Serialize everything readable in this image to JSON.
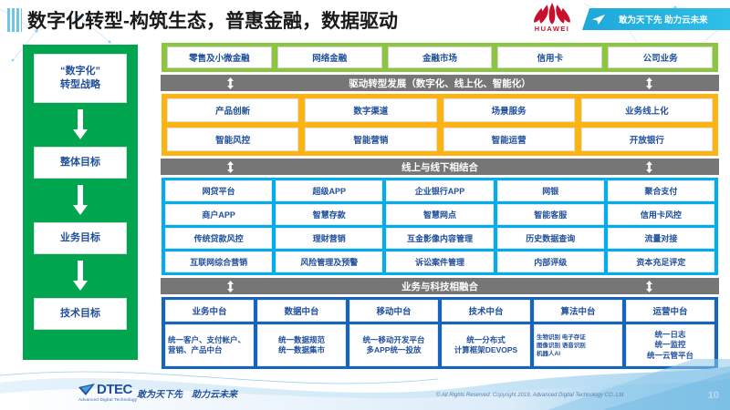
{
  "header": {
    "title": "数字化转型-构筑生态，普惠金融，数据驱动",
    "brand": "HUAWEI",
    "slogan": "敢为天下先 助力云未来"
  },
  "sidebar": {
    "items": [
      {
        "label": "“数字化”\n转型战略"
      },
      {
        "label": "整体目标"
      },
      {
        "label": "业务目标"
      },
      {
        "label": "技术目标"
      }
    ]
  },
  "business_lines": {
    "items": [
      "零售及小微金融",
      "网络金融",
      "金融市场",
      "信用卡",
      "公司业务"
    ]
  },
  "dividers": {
    "drive": "驱动转型发展（数字化、线上化、智能化）",
    "online_offline": "线上与线下相结合",
    "biz_tech": "业务与科技相融合"
  },
  "overall_goals": {
    "rows": [
      [
        "产品创新",
        "数字渠道",
        "场景服务",
        "业务线上化"
      ],
      [
        "智能风控",
        "智能营销",
        "智能运营",
        "开放银行"
      ]
    ]
  },
  "business_goals": {
    "rows": [
      [
        "网贷平台",
        "超级APP",
        "企业银行APP",
        "网银",
        "聚合支付"
      ],
      [
        "商户APP",
        "智慧存款",
        "智慧网点",
        "智能客服",
        "信用卡风控"
      ],
      [
        "传统贷款风控",
        "理财营销",
        "互金影像内容管理",
        "历史数据查询",
        "流量对接"
      ],
      [
        "互联网综合营销",
        "风险管理及预警",
        "诉讼案件管理",
        "内部评级",
        "资本充足评定"
      ]
    ]
  },
  "tech_goals": {
    "columns": [
      {
        "head": "业务中台",
        "body": "统一客户、支付帐户、营销、产品中台",
        "small": false
      },
      {
        "head": "数据中台",
        "body": "统一数据规范\n统一数据集市",
        "small": false
      },
      {
        "head": "移动中台",
        "body": "统一移动开发平台\n多APP统一投放",
        "small": false
      },
      {
        "head": "技术中台",
        "body": "统一分布式\n计算框架DEVOPS",
        "small": false
      },
      {
        "head": "算法中台",
        "body": "生物识别 电子存证\n图像识别 语音识别\n机器人AI",
        "small": true
      },
      {
        "head": "运营中台",
        "body": "统一日志\n统一监控\n统一云管平台",
        "small": false
      }
    ]
  },
  "footer": {
    "logo_word": "DTEC",
    "logo_sub": "Advanced Digital Technology",
    "slogan": "敢为天下先　助力云未来",
    "copyright": "© All Rights Reserved. Copyright 2019, Advanced Digital Technology CO.,Ltd",
    "page_number": "10"
  },
  "colors": {
    "green_band": "#8cc63f",
    "sidebar_green": "#00a64f",
    "orange_band": "#fcb415",
    "blue_band": "#00aeef",
    "navy_band": "#1565c0",
    "divider_gray": "#767676",
    "text_blue": "#1f4e9c",
    "huawei_red": "#c8102e",
    "banner_cyan": "#25b5e0"
  }
}
